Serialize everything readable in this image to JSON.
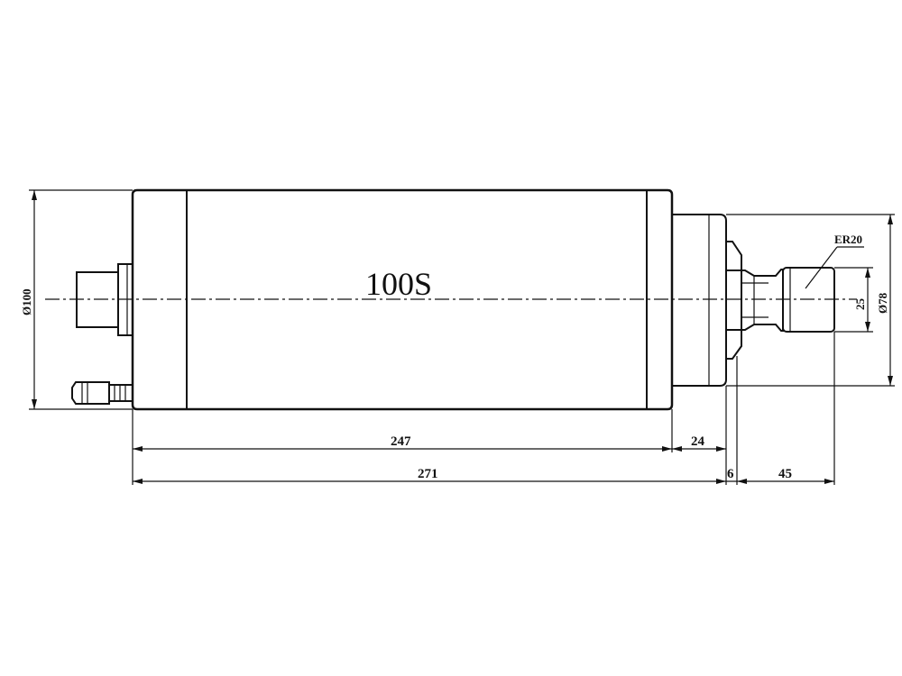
{
  "model_label": "100S",
  "collet_label": "ER20",
  "dimensions": {
    "body_diameter": "Ø100",
    "nut_diameter": "Ø78",
    "collet_height": "25",
    "body_length": "247",
    "flange_length": "24",
    "total_length": "271",
    "gap_length": "6",
    "nose_length": "45"
  }
}
